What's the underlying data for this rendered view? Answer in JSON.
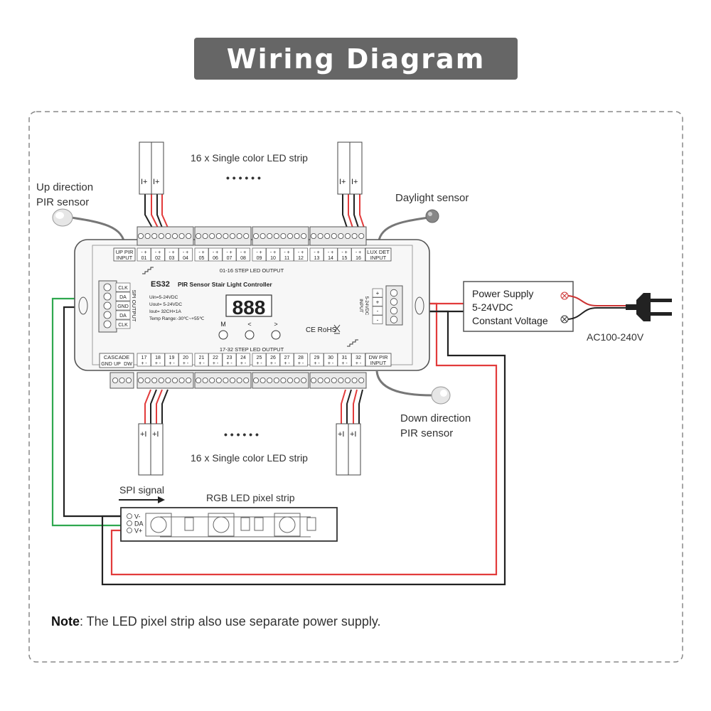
{
  "title": "Wiring Diagram",
  "labels": {
    "strip_top": "16 x Single color LED strip",
    "strip_bottom": "16 x Single color LED strip",
    "dots": "• • • • • •",
    "up_pir": [
      "Up direction",
      "PIR sensor"
    ],
    "down_pir": [
      "Down direction",
      "PIR sensor"
    ],
    "daylight": "Daylight sensor",
    "ac": "AC100-240V",
    "spi_signal": "SPI signal",
    "rgb_strip": "RGB LED pixel strip"
  },
  "power_supply": {
    "line1": "Power Supply",
    "line2": "5-24VDC",
    "line3": "Constant Voltage"
  },
  "controller": {
    "model": "ES32",
    "name": "PIR Sensor Stair Light Controller",
    "specs": [
      "Uin=5-24VDC",
      "Uout= 5-24VDC",
      "Iout= 32CH×1A",
      "Temp Range:-30℃~+55℃"
    ],
    "display": "888",
    "buttons": [
      "M",
      "<",
      ">"
    ],
    "marks": "CE  RoHS",
    "top_output": "01-16 STEP LED OUTPUT",
    "bottom_output": "17-32 STEP LED OUTPUT",
    "up_pir_input": [
      "UP PIR",
      "INPUT"
    ],
    "lux_det_input": [
      "LUX DET",
      "INPUT"
    ],
    "dw_pir_input": [
      "DW PIR",
      "INPUT"
    ],
    "cascade": "CASCADE",
    "cascade_pins": [
      "GND",
      "UP",
      "DW"
    ],
    "spi_output": "SPI OUTPUT",
    "spi_pins": [
      "CLK",
      "DA",
      "GND",
      "DA",
      "CLK"
    ],
    "input_label": [
      "INPUT",
      "5-24VDC"
    ],
    "input_pins": [
      "+",
      "+",
      "-",
      "-"
    ],
    "top_channels": [
      "01",
      "02",
      "03",
      "04",
      "05",
      "06",
      "07",
      "08",
      "09",
      "10",
      "11",
      "12",
      "13",
      "14",
      "15",
      "16"
    ],
    "bottom_channels": [
      "17",
      "18",
      "19",
      "20",
      "21",
      "22",
      "23",
      "24",
      "25",
      "26",
      "27",
      "28",
      "29",
      "30",
      "31",
      "32"
    ],
    "pin_signs": "-+"
  },
  "pixel_strip": {
    "pins": [
      "V-",
      "DA",
      "V+"
    ]
  },
  "note": {
    "label": "Note",
    "text": ":  The LED pixel strip also use separate power supply."
  },
  "colors": {
    "banner": "#666666",
    "red_wire": "#e23b3b",
    "green_wire": "#2fa84f",
    "black_wire": "#222222"
  }
}
